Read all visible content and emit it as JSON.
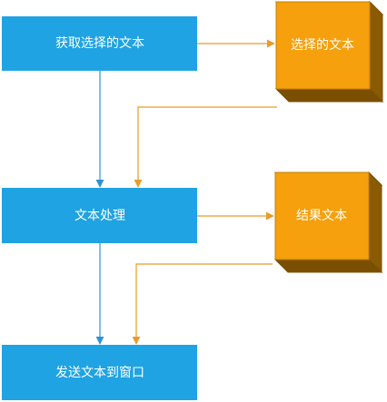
{
  "diagram": {
    "process_steps": [
      {
        "id": "get-selected-text",
        "label": "获取选择的文本"
      },
      {
        "id": "text-processing",
        "label": "文本处理"
      },
      {
        "id": "send-text-to-window",
        "label": "发送文本到窗口"
      }
    ],
    "data_stores": [
      {
        "id": "selected-text",
        "label": "选择的文本"
      },
      {
        "id": "result-text",
        "label": "结果文本"
      }
    ],
    "colors": {
      "process_fill": "#1fa3e2",
      "process_arrow": "#2a95d2",
      "store_front": "#f5a00c",
      "store_side": "#8a5b03",
      "store_arrow": "#eb9b2a",
      "label_text": "#ffffff"
    }
  }
}
